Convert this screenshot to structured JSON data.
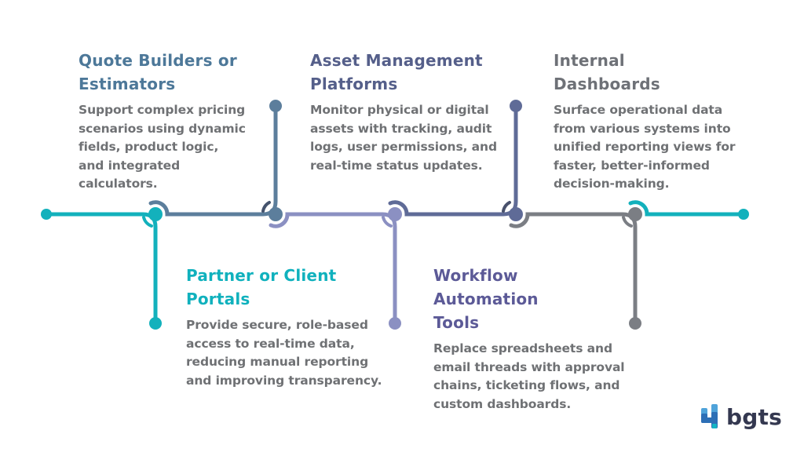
{
  "canvas": {
    "background": "#ffffff"
  },
  "palette": {
    "teal": "#13b1bc",
    "steel_blue": "#5c7e9c",
    "slate_indigo": "#5f6b97",
    "lavender": "#8b90c2",
    "gray": "#7b7e84",
    "body_text": "#6f7174",
    "echo_dark_steel": "#45536d",
    "echo_dark_slate": "#49516c"
  },
  "items": [
    {
      "title": "Quote Builders or\nEstimators",
      "description": "Support complex pricing scenarios using dynamic fields, product logic, and integrated calculators.",
      "title_color": "#4d7899",
      "line_color": "#5c7e9c",
      "position": "top"
    },
    {
      "title": "Asset Management\nPlatforms",
      "description": "Monitor physical or digital assets with tracking, audit logs, user permissions, and real-time status updates.",
      "title_color": "#555f8a",
      "line_color": "#5f6b97",
      "position": "top"
    },
    {
      "title": "Internal\nDashboards",
      "description": "Surface operational data from various systems into unified reporting views for faster, better-informed decision-making.",
      "title_color": "#6e7177",
      "line_color": "#7b7e84",
      "position": "top"
    },
    {
      "title": "Partner or Client\nPortals",
      "description": "Provide secure, role-based access to real-time data, reducing manual reporting and improving transparency.",
      "title_color": "#10b1bd",
      "line_color": "#13b1bc",
      "position": "bottom"
    },
    {
      "title": "Workflow Automation\nTools",
      "description": "Replace spreadsheets and email threads with approval chains, ticketing flows, and custom dashboards.",
      "title_color": "#5c5a97",
      "line_color": "#8b90c2",
      "position": "bottom"
    }
  ],
  "logo": {
    "text": "bgts",
    "text_color": "#343850",
    "icon_blue_light": "#4fa3da",
    "icon_blue_dark": "#2d6fb6",
    "icon_teal": "#14b4c4"
  }
}
